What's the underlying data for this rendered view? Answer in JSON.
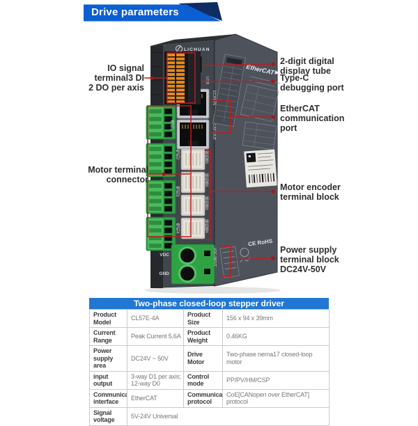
{
  "banner": {
    "title": "Drive parameters",
    "bar_color": "#0a5fd3",
    "fold_color": "#0f2d63"
  },
  "callouts": {
    "line_color": "#bf1b1f",
    "left": [
      {
        "lines": [
          "IO signal",
          "terminal3 DI",
          "2 DO per axis"
        ]
      },
      {
        "lines": [
          "Motor terminal",
          "connector"
        ]
      }
    ],
    "right": [
      {
        "lines": [
          "2-digit digital",
          "display tube"
        ]
      },
      {
        "lines": [
          "Type-C",
          "debugging port"
        ]
      },
      {
        "lines": [
          "EtherCAT",
          "communication",
          "port"
        ]
      },
      {
        "lines": [
          "Motor encoder",
          "terminal block"
        ]
      },
      {
        "lines": [
          "Power supply",
          "terminal block",
          "DC24V-50V"
        ]
      }
    ]
  },
  "device": {
    "brand": "LICHUAN",
    "display_value": "88",
    "labels": {
      "io_terminal": "IO端子",
      "usb": "USB",
      "ecat_in": "ECAT-IN",
      "ecat_out": "ECAT-OUT",
      "motor1": "电机1",
      "motor2": "电机2",
      "motor3": "电机3",
      "motor4": "电机4",
      "encoder1": "编码器1",
      "encoder2": "编码器2",
      "encoder3": "编码器3",
      "encoder4": "编码器4",
      "vdc": "VDC",
      "gnd": "GND",
      "vdc_input": "VDC-INPUT",
      "ethercat_logo": "EtherCAT",
      "ce_rohs": "CE RoHS"
    }
  },
  "spec_table": {
    "header": "Two-phase closed-loop stepper driver",
    "header_bg": "#2277d3",
    "rows": [
      {
        "c0": "Product Model",
        "c1": "CL57E-4A",
        "c2": "Product Size",
        "c3": "156 x 94 x 39mm"
      },
      {
        "c0": "Current Range",
        "c1": "Peak Current 5.6A",
        "c2": "Product Weight",
        "c3": "0.46KG"
      },
      {
        "c0": "Power supply area",
        "c1": "DC24V ~ 50V",
        "c2": "Drive Motor",
        "c3": "Two-phase nema17 closed-loop motor"
      },
      {
        "c0": "input output",
        "c1": "3-way D1 per axis; 12-way D0",
        "c2": "Control mode",
        "c3": "PP/PV/HM/CSP"
      },
      {
        "c0": "Communication interface",
        "c1": "EtherCAT",
        "c2": "Communication protocol",
        "c3": "CoE[CANopen over EtherCAT] protocol"
      },
      {
        "c0": "Signal voltage",
        "c1": "5V-24V Universal"
      }
    ]
  }
}
